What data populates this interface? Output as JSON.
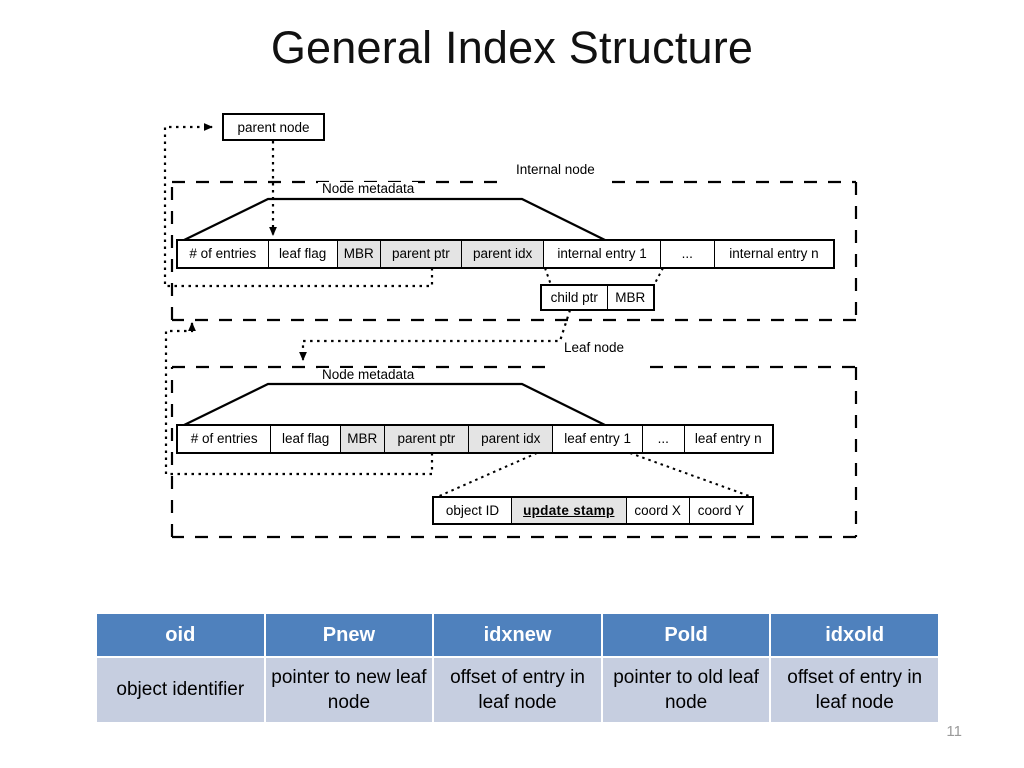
{
  "slide": {
    "title": "General Index Structure",
    "page_number": "11"
  },
  "diagram": {
    "parent_node_box": "parent node",
    "internal_node_label": "Internal node",
    "leaf_node_label": "Leaf node",
    "node_metadata_label_internal": "Node metadata",
    "node_metadata_label_leaf": "Node metadata",
    "internal_node_row": [
      {
        "label": "# of entries",
        "shaded": false
      },
      {
        "label": "leaf flag",
        "shaded": false
      },
      {
        "label": "MBR",
        "shaded": true
      },
      {
        "label": "parent ptr",
        "shaded": true
      },
      {
        "label": "parent idx",
        "shaded": true
      },
      {
        "label": "internal entry 1",
        "shaded": false
      },
      {
        "label": "...",
        "shaded": false
      },
      {
        "label": "internal entry n",
        "shaded": false
      }
    ],
    "internal_entry_detail": [
      {
        "label": "child ptr",
        "shaded": false
      },
      {
        "label": "MBR",
        "shaded": false
      }
    ],
    "leaf_node_row": [
      {
        "label": "# of entries",
        "shaded": false
      },
      {
        "label": "leaf flag",
        "shaded": false
      },
      {
        "label": "MBR",
        "shaded": true
      },
      {
        "label": "parent ptr",
        "shaded": true
      },
      {
        "label": "parent idx",
        "shaded": true
      },
      {
        "label": "leaf entry 1",
        "shaded": false
      },
      {
        "label": "...",
        "shaded": false
      },
      {
        "label": "leaf entry n",
        "shaded": false
      }
    ],
    "leaf_entry_detail": [
      {
        "label": "object ID",
        "shaded": false,
        "emphasis": false
      },
      {
        "label": "update stamp",
        "shaded": true,
        "emphasis": true
      },
      {
        "label": "coord X",
        "shaded": false,
        "emphasis": false
      },
      {
        "label": "coord Y",
        "shaded": false,
        "emphasis": false
      }
    ]
  },
  "legend_table": {
    "headers": [
      "oid",
      "Pnew",
      "idxnew",
      "Pold",
      "idxold"
    ],
    "rows": [
      [
        "object identifier",
        "pointer to new leaf node",
        "offset of entry in leaf node",
        "pointer  to old leaf node",
        "offset of entry in leaf node"
      ]
    ]
  },
  "colors": {
    "table_header_bg": "#4F81BD",
    "table_body_bg": "#C6CEE0",
    "shaded_cell": "#E4E4E4",
    "page_number": "#9A9A9A"
  }
}
